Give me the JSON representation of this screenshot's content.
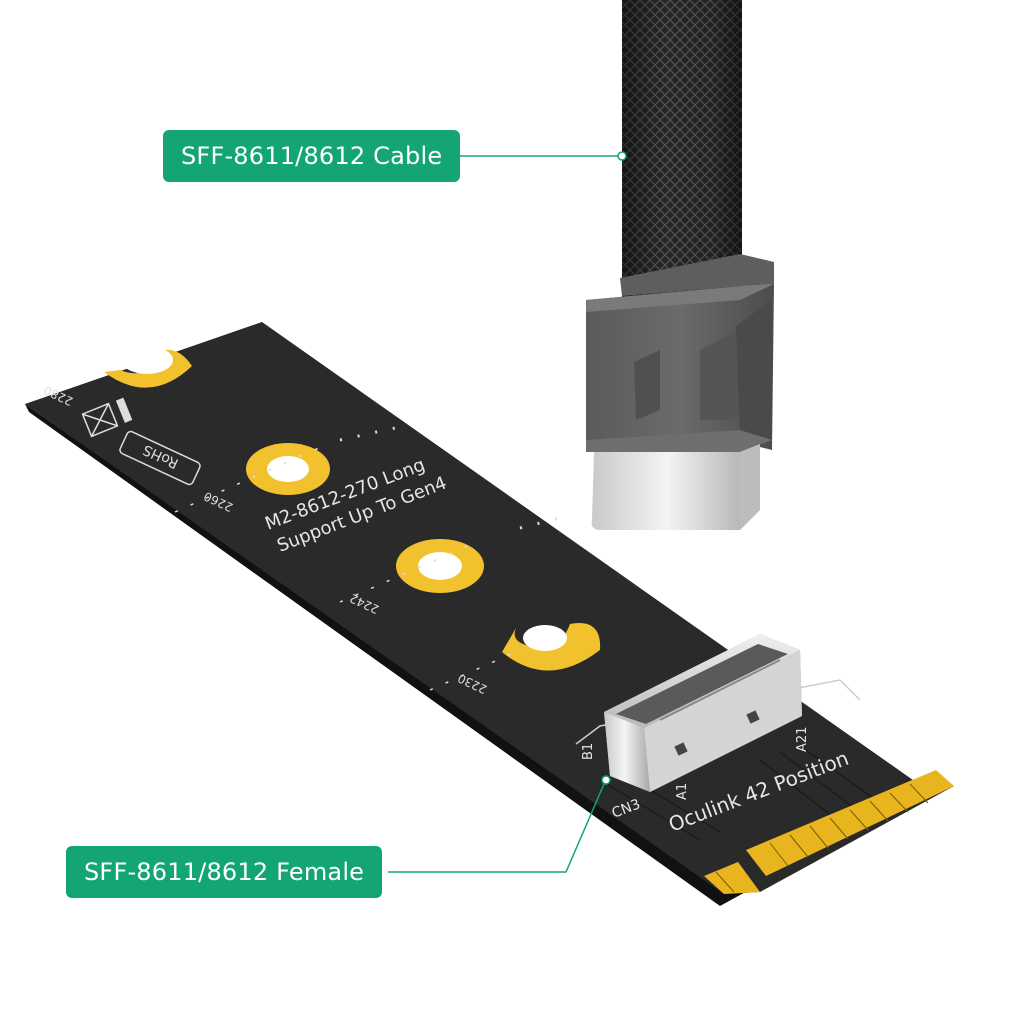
{
  "callouts": {
    "cable": "SFF-8611/8612 Cable",
    "female": "SFF-8611/8612 Female"
  },
  "board": {
    "model_line1": "M2-8612-270 Long",
    "model_line2": "Support Up To Gen4",
    "length_2280": "2280",
    "length_2260": "2260",
    "length_2242": "2242",
    "length_2230": "2230",
    "rohs": "RoHS",
    "connector_label": "Oculink 42 Position",
    "connector_ref": "CN3",
    "pin_b1": "B1",
    "pin_a1": "A1",
    "pin_a21": "A21"
  },
  "colors": {
    "accent": "#13a574",
    "pcb": "#2a2a2a",
    "gold": "#f2c12e",
    "cable": "#2b2b2b"
  }
}
